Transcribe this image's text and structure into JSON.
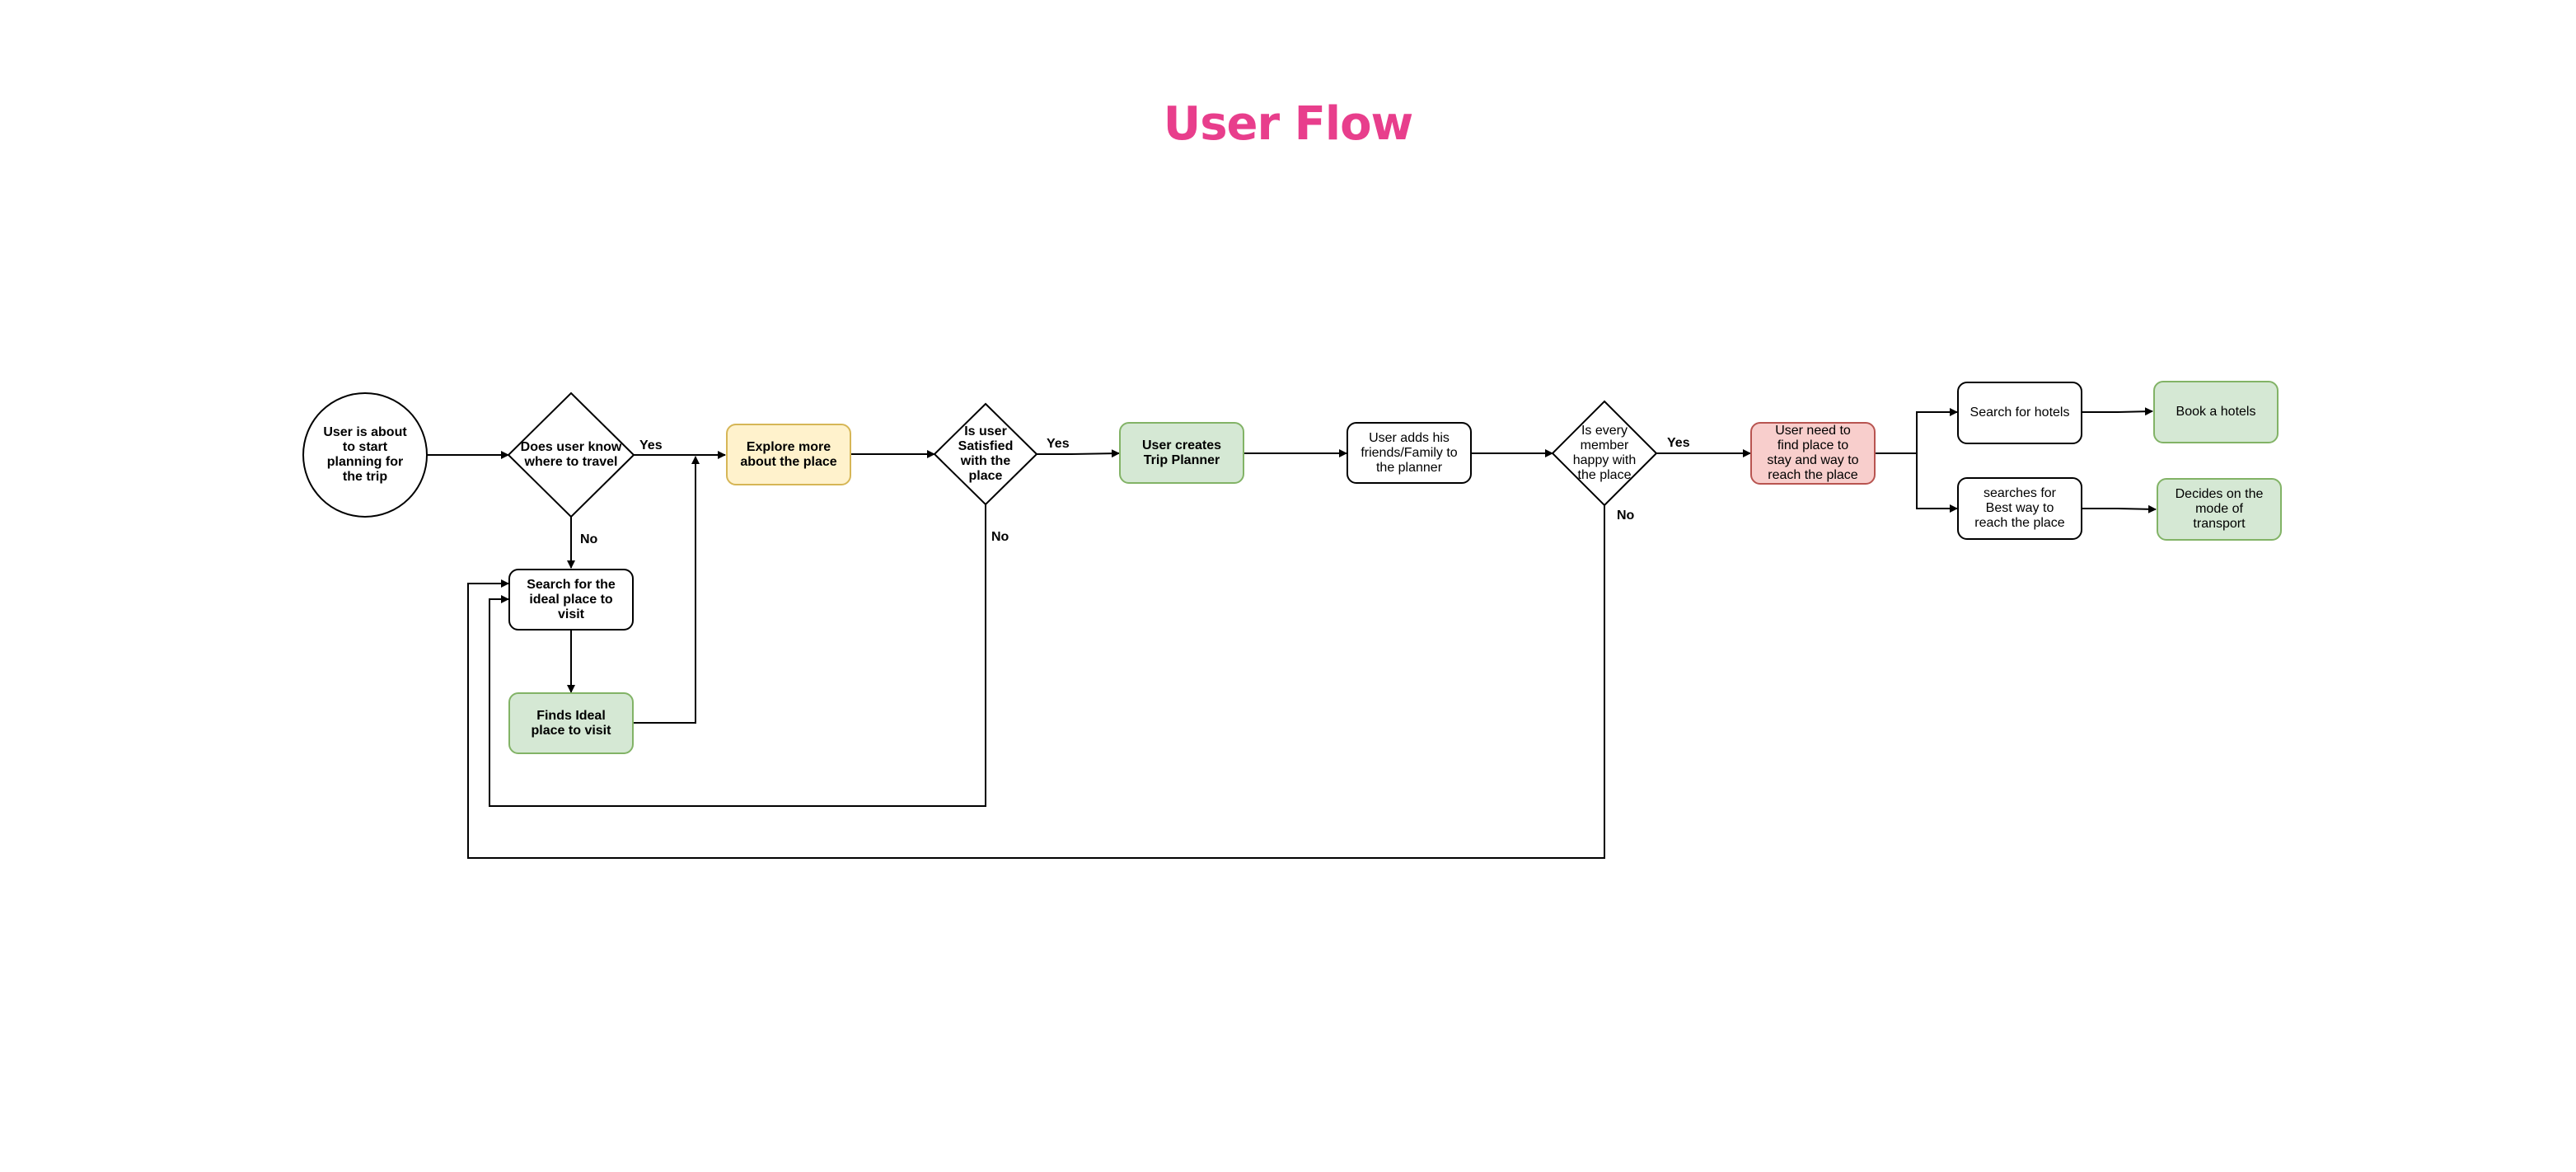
{
  "title": "User Flow",
  "nodes": {
    "start": "User is about to start planning for the trip",
    "know_where": "Does user know where to travel",
    "explore": "Explore more about the place",
    "search_place": "Search for the ideal place to visit",
    "finds_place": "Finds Ideal place to visit",
    "satisfied": "Is user Satisfied with the place",
    "create_planner": "User creates Trip Planner",
    "add_friends": "User adds his friends/Family to the planner",
    "everyone_happy": "Is every member happy with the place",
    "find_stay": "User need to find place to stay and way to reach the place",
    "search_hotels": "Search for hotels",
    "book_hotels": "Book a hotels",
    "search_way": "searches for Best way to reach the place",
    "decide_transport": "Decides on the mode of transport"
  },
  "edge_labels": {
    "know_yes": "Yes",
    "know_no": "No",
    "satisfied_yes": "Yes",
    "satisfied_no": "No",
    "happy_yes": "Yes",
    "happy_no": "No"
  },
  "colors": {
    "title": "#e83e8c",
    "green_fill": "#d5e8d4",
    "green_stroke": "#82b366",
    "yellow_fill": "#fff2cc",
    "yellow_stroke": "#d6b656",
    "red_fill": "#f8cecc",
    "red_stroke": "#b85450"
  }
}
